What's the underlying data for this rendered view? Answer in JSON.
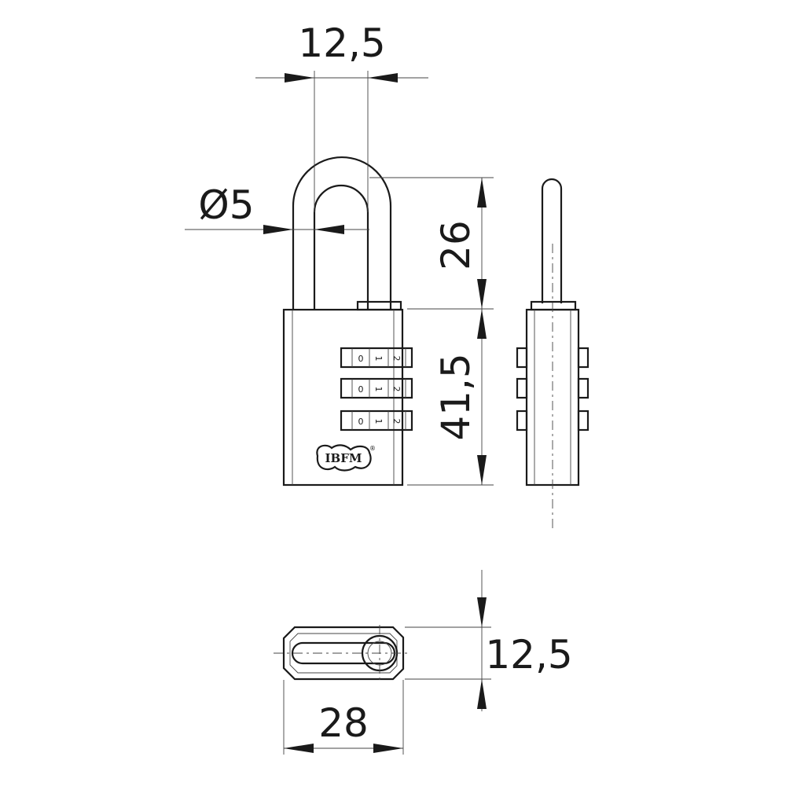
{
  "dimensions": {
    "shackle_clearance": "12,5",
    "shackle_diameter": "Ø5",
    "shackle_height": "26",
    "body_height": "41,5",
    "body_width": "28",
    "body_depth": "12,5"
  },
  "dials": [
    {
      "digits": [
        "0",
        "1",
        "2"
      ]
    },
    {
      "digits": [
        "0",
        "1",
        "2"
      ]
    },
    {
      "digits": [
        "0",
        "1",
        "2"
      ]
    }
  ],
  "logo": {
    "text": "IBFM",
    "mark": "®"
  },
  "colors": {
    "line": "#1a1a1a",
    "background": "#ffffff"
  }
}
